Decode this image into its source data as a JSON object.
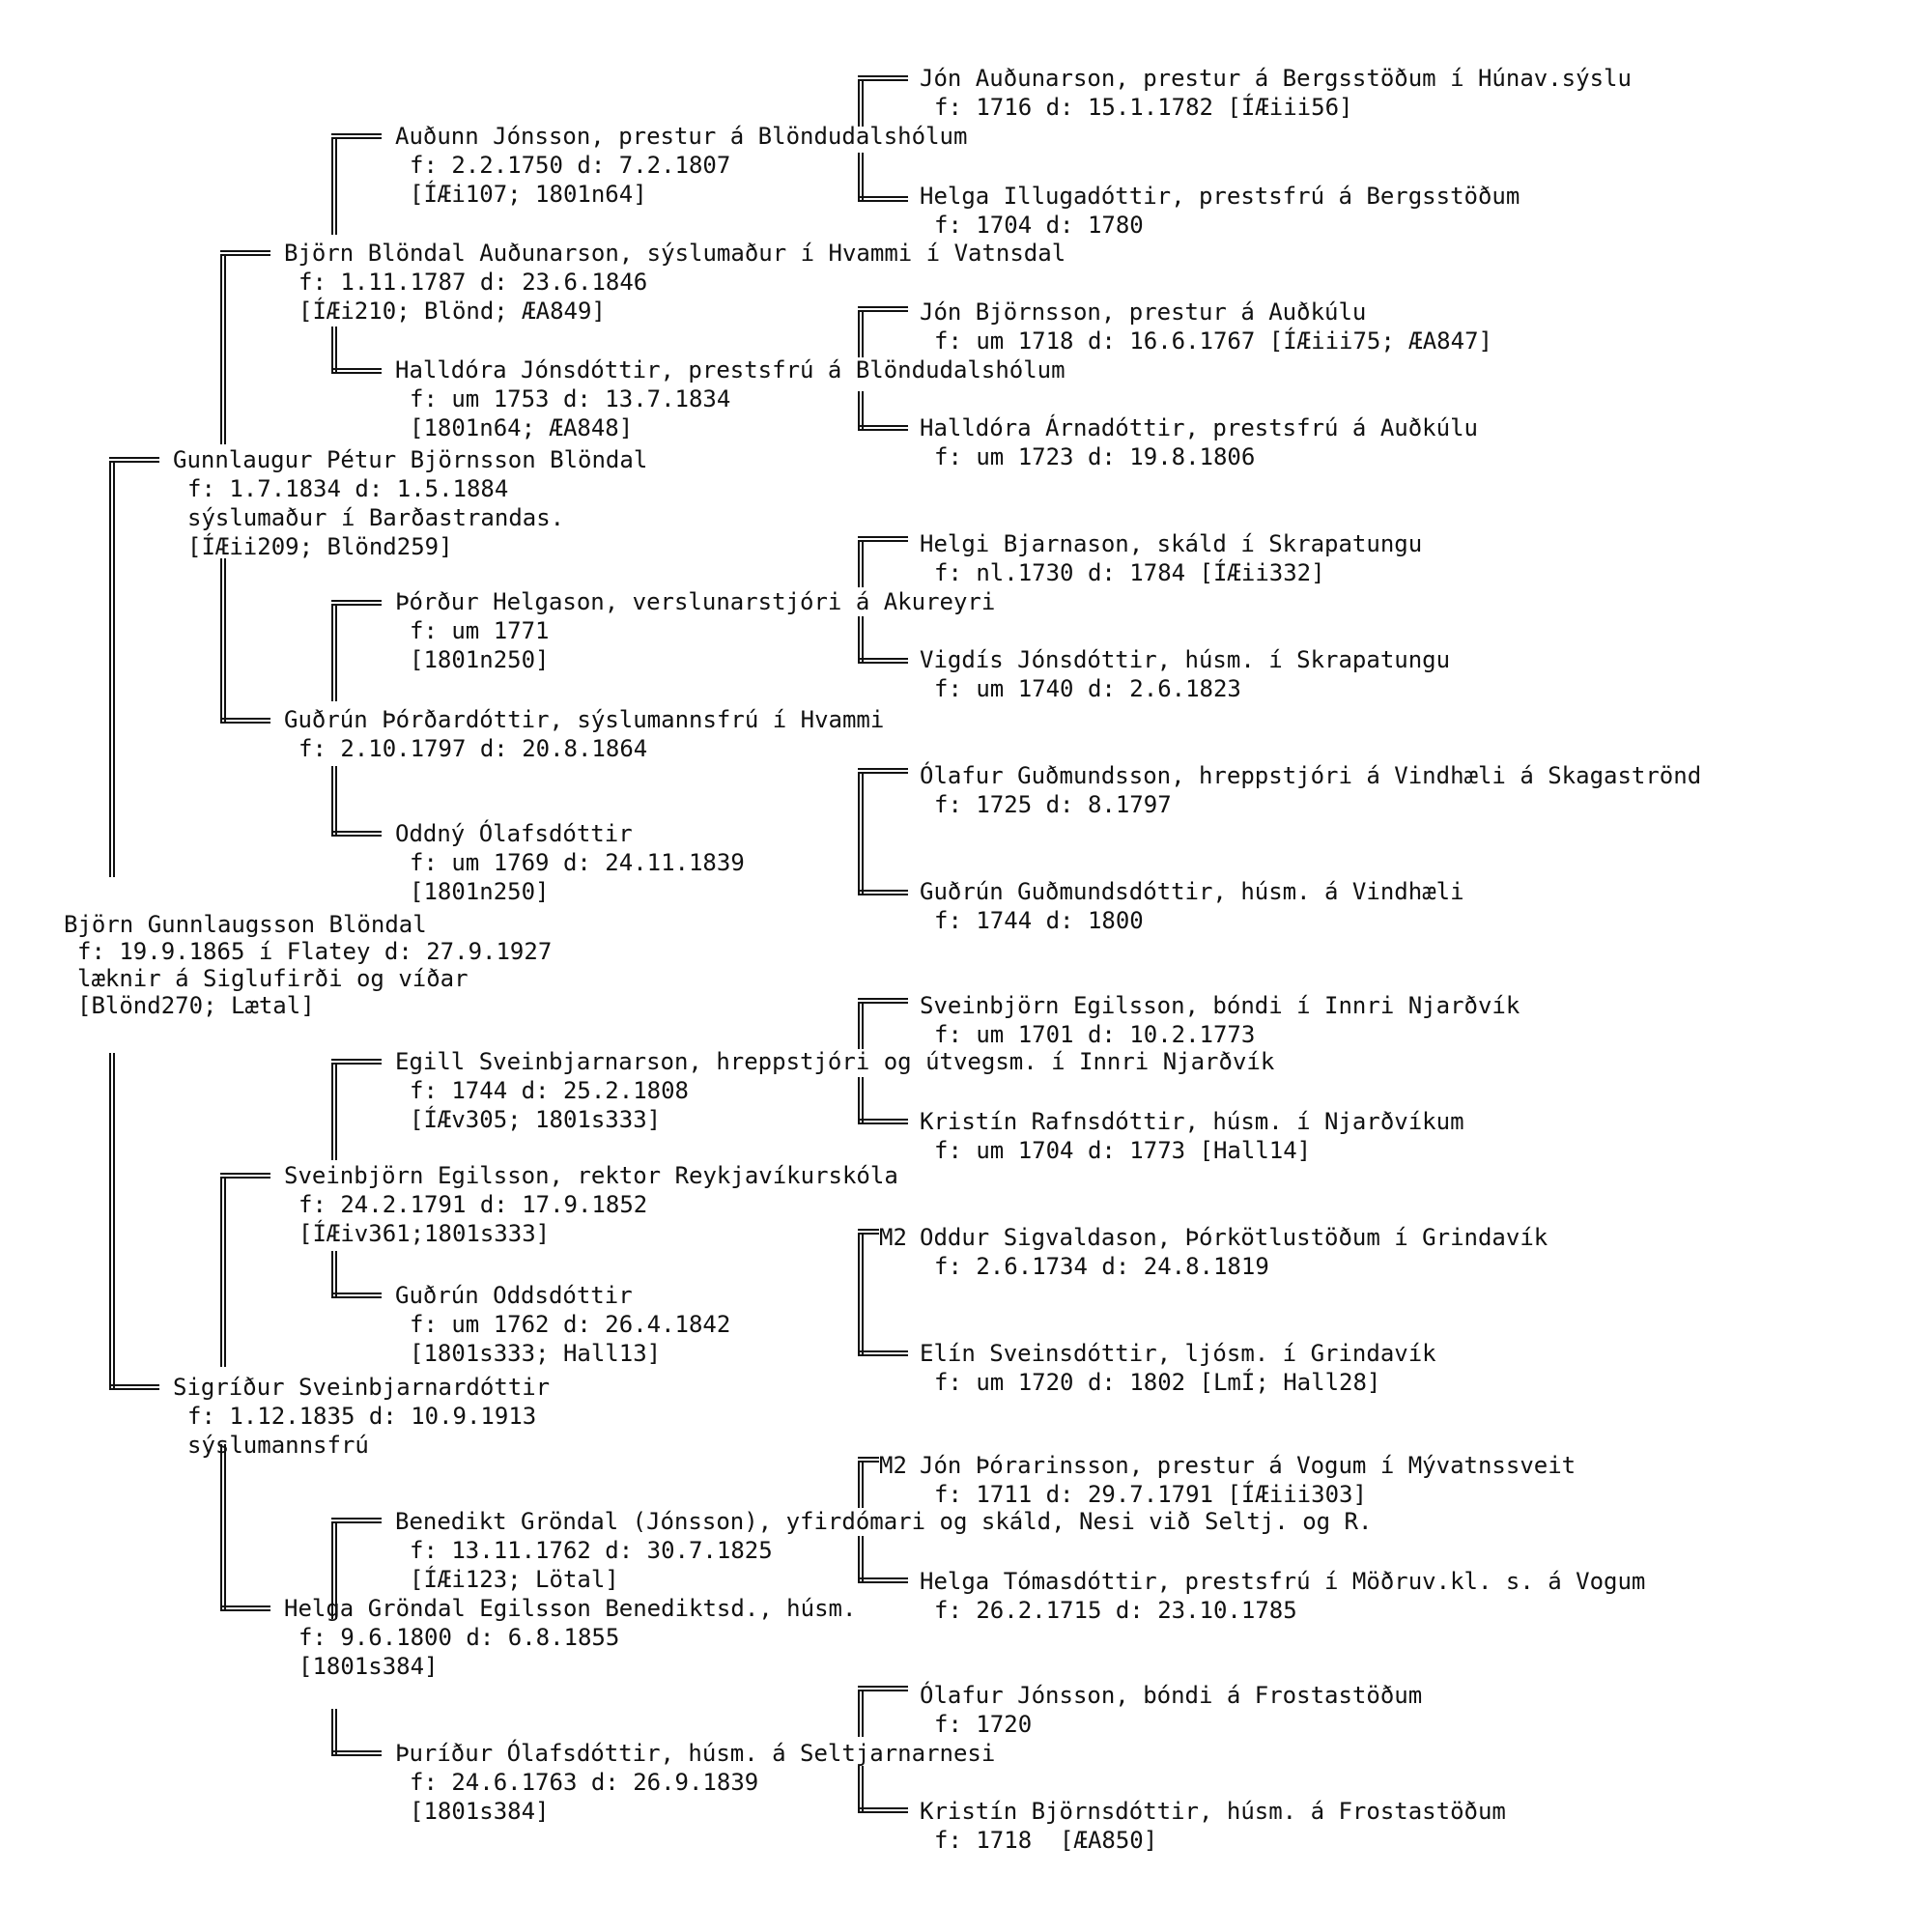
{
  "people": {
    "root": {
      "name": "Björn Gunnlaugsson Blöndal",
      "dates": "f: 19.9.1865 í Flatey d: 27.9.1927",
      "occupation": "læknir á Siglufirði og víðar",
      "refs": "[Blönd270; Lætal]"
    },
    "father": {
      "name": "Gunnlaugur Pétur Björnsson Blöndal",
      "dates": "f: 1.7.1834 d: 1.5.1884",
      "occupation": "sýslumaður í Barðastrandas.",
      "refs": "[ÍÆii209; Blönd259]"
    },
    "ff": {
      "name": "Björn Blöndal Auðunarson, sýslumaður í Hvammi í Vatnsdal",
      "dates": "f: 1.11.1787 d: 23.6.1846",
      "refs": "[ÍÆi210; Blönd; ÆA849]"
    },
    "fff": {
      "name": "Auðunn Jónsson, prestur á Blöndudalshólum",
      "dates": "f: 2.2.1750 d: 7.2.1807",
      "refs": "[ÍÆi107; 1801n64]"
    },
    "ffff": {
      "name": "Jón Auðunarson, prestur á Bergsstöðum í Húnav.sýslu",
      "dates": "f: 1716 d: 15.1.1782 [ÍÆiii56]"
    },
    "fffm": {
      "name": "Helga Illugadóttir, prestsfrú á Bergsstöðum",
      "dates": "f: 1704 d: 1780"
    },
    "ffm": {
      "name": "Halldóra Jónsdóttir, prestsfrú á Blöndudalshólum",
      "dates": "f: um 1753 d: 13.7.1834",
      "refs": "[1801n64; ÆA848]"
    },
    "ffmf": {
      "name": "Jón Björnsson, prestur á Auðkúlu",
      "dates": "f: um 1718 d: 16.6.1767 [ÍÆiii75; ÆA847]"
    },
    "ffmm": {
      "name": "Halldóra Árnadóttir, prestsfrú á Auðkúlu",
      "dates": "f: um 1723 d: 19.8.1806"
    },
    "fm": {
      "name": "Guðrún Þórðardóttir, sýslumannsfrú í Hvammi",
      "dates": "f: 2.10.1797 d: 20.8.1864"
    },
    "fmf": {
      "name": "Þórður Helgason, verslunarstjóri á Akureyri",
      "dates": "f: um 1771",
      "refs": "[1801n250]"
    },
    "fmff": {
      "name": "Helgi Bjarnason, skáld í Skrapatungu",
      "dates": "f: nl.1730 d: 1784 [ÍÆii332]"
    },
    "fmfm": {
      "name": "Vigdís Jónsdóttir, húsm. í Skrapatungu",
      "dates": "f: um 1740 d: 2.6.1823"
    },
    "fmm": {
      "name": "Oddný Ólafsdóttir",
      "dates": "f: um 1769 d: 24.11.1839",
      "refs": "[1801n250]"
    },
    "fmmf": {
      "name": "Ólafur Guðmundsson, hreppstjóri á Vindhæli á Skagaströnd",
      "dates": "f: 1725 d: 8.1797"
    },
    "fmmm": {
      "name": "Guðrún Guðmundsdóttir, húsm. á Vindhæli",
      "dates": "f: 1744 d: 1800"
    },
    "mother": {
      "name": "Sigríður Sveinbjarnardóttir",
      "dates": "f: 1.12.1835 d: 10.9.1913",
      "occupation": "sýslumannsfrú"
    },
    "mf": {
      "name": "Sveinbjörn Egilsson, rektor Reykjavíkurskóla",
      "dates": "f: 24.2.1791 d: 17.9.1852",
      "refs": "[ÍÆiv361;1801s333]"
    },
    "mff": {
      "name": "Egill Sveinbjarnarson, hreppstjóri og útvegsm. í Innri Njarðvík",
      "dates": "f: 1744 d: 25.2.1808",
      "refs": "[ÍÆv305; 1801s333]"
    },
    "mfff": {
      "name": "Sveinbjörn Egilsson, bóndi í Innri Njarðvík",
      "dates": "f: um 1701 d: 10.2.1773"
    },
    "mffm": {
      "name": "Kristín Rafnsdóttir, húsm. í Njarðvíkum",
      "dates": "f: um 1704 d: 1773 [Hall14]"
    },
    "mfm": {
      "name": "Guðrún Oddsdóttir",
      "dates": "f: um 1762 d: 26.4.1842",
      "refs": "[1801s333; Hall13]"
    },
    "mfmf": {
      "marker": "M2",
      "name": "Oddur Sigvaldason, Þórkötlustöðum í Grindavík",
      "dates": "f: 2.6.1734 d: 24.8.1819"
    },
    "mfmm": {
      "name": "Elín Sveinsdóttir, ljósm. í Grindavík",
      "dates": "f: um 1720 d: 1802 [LmÍ; Hall28]"
    },
    "mm": {
      "name": "Helga Gröndal Egilsson Benediktsd., húsm.",
      "dates": "f: 9.6.1800 d: 6.8.1855",
      "refs": "[1801s384]"
    },
    "mmf": {
      "name": "Benedikt Gröndal (Jónsson), yfirdómari og skáld, Nesi við Seltj. og R.",
      "dates": "f: 13.11.1762 d: 30.7.1825",
      "refs": "[ÍÆi123; Lötal]"
    },
    "mmff": {
      "marker": "M2",
      "name": "Jón Þórarinsson, prestur á Vogum í Mývatnssveit",
      "dates": "f: 1711 d: 29.7.1791 [ÍÆiii303]"
    },
    "mmfm": {
      "name": "Helga Tómasdóttir, prestsfrú í Möðruv.kl. s. á Vogum",
      "dates": "f: 26.2.1715 d: 23.10.1785"
    },
    "mmm": {
      "name": "Þuríður Ólafsdóttir, húsm. á Seltjarnarnesi",
      "dates": "f: 24.6.1763 d: 26.9.1839",
      "refs": "[1801s384]"
    },
    "mmmf": {
      "name": "Ólafur Jónsson, bóndi á Frostastöðum",
      "dates": "f: 1720"
    },
    "mmmm": {
      "name": "Kristín Björnsdóttir, húsm. á Frostastöðum",
      "dates": "f: 1718  [ÆA850]"
    }
  }
}
